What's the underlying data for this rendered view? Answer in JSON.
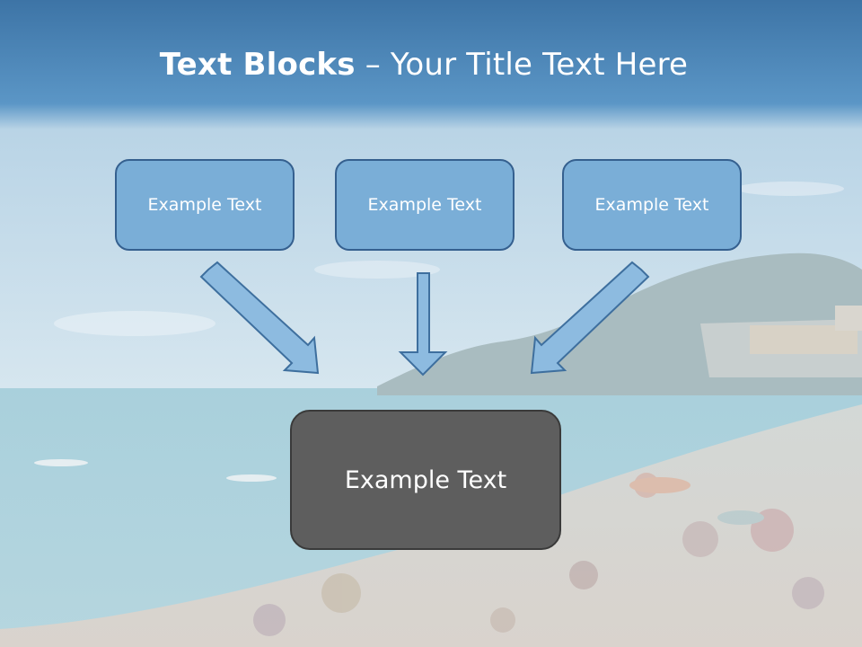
{
  "slide": {
    "title_bold": "Text Blocks",
    "title_separator": " – ",
    "title_rest": "Your Title Text Here",
    "blocks": [
      {
        "label": "Example Text"
      },
      {
        "label": "Example Text"
      },
      {
        "label": "Example Text"
      }
    ],
    "main_block": {
      "label": "Example Text"
    }
  },
  "colors": {
    "header_blue": "#4f87bd",
    "block_fill": "#7aaed7",
    "block_border": "#35608f",
    "main_fill": "#5e5e5e",
    "arrow_fill": "#8dbbe0",
    "arrow_stroke": "#3e6f9e"
  }
}
